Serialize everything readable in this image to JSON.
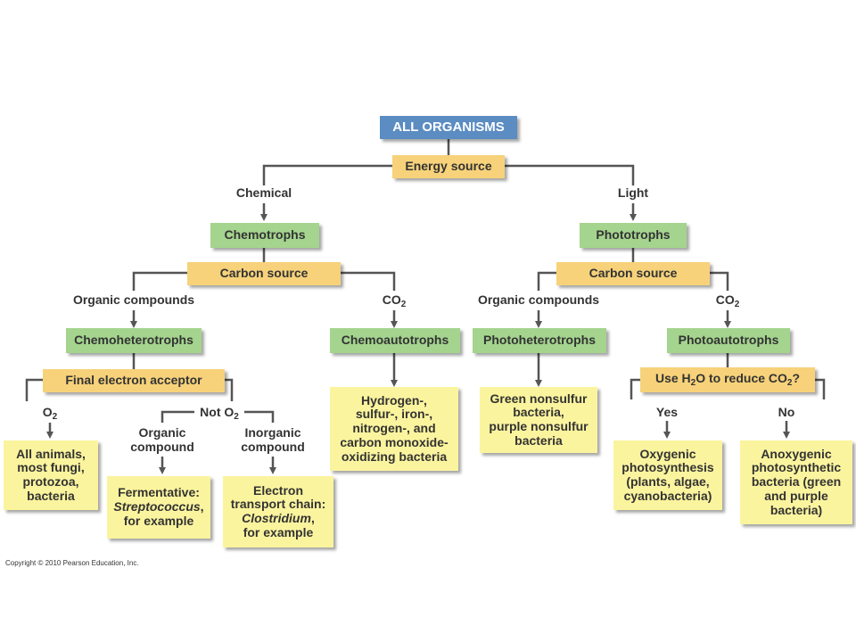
{
  "root": {
    "label": "ALL ORGANISMS"
  },
  "energy_source": {
    "label": "Energy source"
  },
  "branches": {
    "chemical": "Chemical",
    "light": "Light"
  },
  "chemotrophs": {
    "label": "Chemotrophs"
  },
  "phototrophs": {
    "label": "Phototrophs"
  },
  "carbon_source_chem": {
    "label": "Carbon source"
  },
  "carbon_source_photo": {
    "label": "Carbon source"
  },
  "labels": {
    "organic_compounds_left": "Organic compounds",
    "co2_left": "CO",
    "organic_compounds_right": "Organic compounds",
    "co2_right": "CO",
    "sub_2": "2",
    "o2": "O",
    "not_o2_prefix": "Not O",
    "organic_compound": [
      "Organic",
      "compound"
    ],
    "inorganic_compound": [
      "Inorganic",
      "compound"
    ],
    "yes": "Yes",
    "no": "No"
  },
  "chemoheterotrophs": {
    "label": "Chemoheterotrophs"
  },
  "chemoautotrophs": {
    "label": "Chemoautotrophs"
  },
  "photoheterotrophs": {
    "label": "Photoheterotrophs"
  },
  "photoautotrophs": {
    "label": "Photoautotrophs"
  },
  "final_electron_acceptor": {
    "label": "Final electron acceptor"
  },
  "use_h2o": {
    "part1": "Use H",
    "part2": "O to reduce CO",
    "part3": "?"
  },
  "results": {
    "animals": [
      "All animals,",
      "most fungi,",
      "protozoa,",
      "bacteria"
    ],
    "fermentative": {
      "line1": "Fermentative:",
      "line2": "Streptococcus",
      "line2_suffix": ",",
      "line3": "for example"
    },
    "electron_transport": {
      "line1": "Electron",
      "line2": "transport chain:",
      "line3": "Clostridium",
      "line3_suffix": ",",
      "line4": "for example"
    },
    "chemoautotroph_examples": [
      "Hydrogen-,",
      "sulfur-, iron-,",
      "nitrogen-, and",
      "carbon monoxide-",
      "oxidizing bacteria"
    ],
    "photoheterotroph_examples": [
      "Green nonsulfur",
      "bacteria,",
      "purple nonsulfur",
      "bacteria"
    ],
    "oxygenic": [
      "Oxygenic",
      "photosynthesis",
      "(plants, algae,",
      "cyanobacteria)"
    ],
    "anoxygenic": [
      "Anoxygenic",
      "photosynthetic",
      "bacteria (green",
      "and purple",
      "bacteria)"
    ]
  },
  "copyright": "Copyright © 2010 Pearson Education, Inc.",
  "colors": {
    "root_blue": "#5b8cc2",
    "decision_orange": "#f7d27a",
    "category_green": "#a4d48e",
    "result_yellow": "#fbf49e",
    "line_gray": "#555555"
  }
}
